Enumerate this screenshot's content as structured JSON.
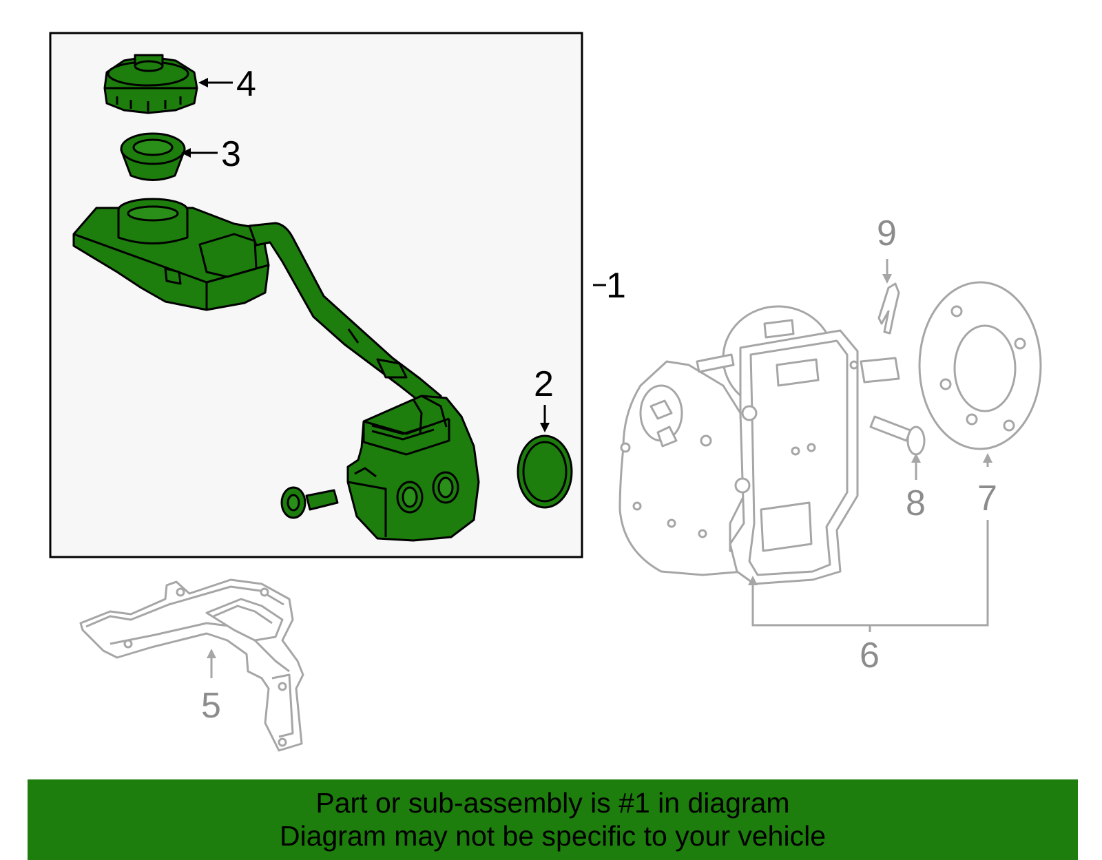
{
  "callouts": {
    "part_1": "1",
    "part_2": "2",
    "part_3": "3",
    "part_4": "4",
    "part_5": "5",
    "part_6": "6",
    "part_7": "7",
    "part_8": "8",
    "part_9": "9"
  },
  "banner": {
    "line1": "Part or sub-assembly is #1 in diagram",
    "line2": "Diagram may not be specific to your vehicle"
  },
  "colors": {
    "highlight_fill": "#1d7d0d",
    "highlight_outline": "#000000",
    "context_outline": "#a6a6a6",
    "box_background": "#f7f7f7"
  }
}
